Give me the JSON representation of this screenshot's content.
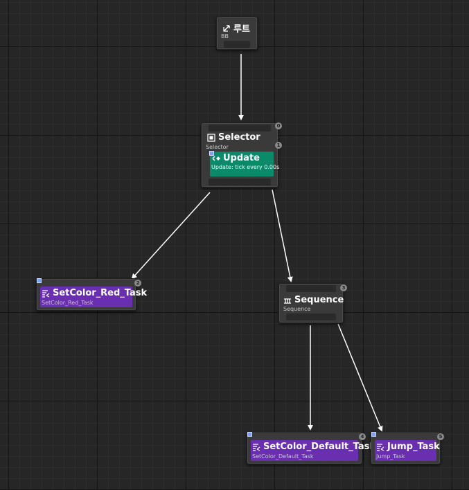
{
  "root": {
    "title": "루트",
    "sub": "BB"
  },
  "selector": {
    "title": "Selector",
    "sub": "Selector",
    "index_top": "0",
    "index_mid": "1",
    "service": {
      "title": "Update",
      "sub": "Update: tick every 0.00s"
    }
  },
  "red_task": {
    "title": "SetColor_Red_Task",
    "sub": "SetColor_Red_Task",
    "index": "2"
  },
  "sequence": {
    "title": "Sequence",
    "sub": "Sequence",
    "index": "3"
  },
  "default_task": {
    "title": "SetColor_Default_Task",
    "sub": "SetColor_Default_Task",
    "index": "4"
  },
  "jump_task": {
    "title": "Jump_Task",
    "sub": "Jump_Task",
    "index": "5"
  },
  "colors": {
    "task": "#6a2fb0",
    "service": "#0b8a6a",
    "wire": "#ffffff"
  },
  "icons": {
    "root": "root-arrow-icon",
    "selector": "selector-icon",
    "service": "service-icon",
    "sequence": "sequence-icon",
    "task": "task-icon"
  }
}
